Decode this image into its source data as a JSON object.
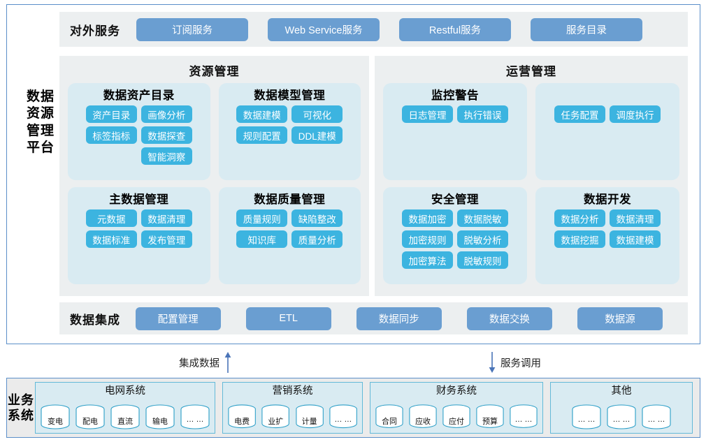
{
  "platform": {
    "label": "数据资源管理平台",
    "label_lines": [
      "数据",
      "资源",
      "管理",
      "平台"
    ]
  },
  "external_services": {
    "title": "对外服务",
    "items": [
      "订阅服务",
      "Web Service服务",
      "Restful服务",
      "服务目录"
    ]
  },
  "resource_management": {
    "title": "资源管理",
    "groups": [
      {
        "title": "数据资产目录",
        "items": [
          "资产目录",
          "画像分析",
          "标签指标",
          "数据探查",
          "",
          "智能洞察"
        ]
      },
      {
        "title": "数据模型管理",
        "items": [
          "数据建模",
          "可视化",
          "规则配置",
          "DDL建模"
        ]
      },
      {
        "title": "主数据管理",
        "items": [
          "元数据",
          "数据清理",
          "数据标准",
          "发布管理"
        ]
      },
      {
        "title": "数据质量管理",
        "items": [
          "质量规则",
          "缺陷整改",
          "知识库",
          "质量分析"
        ]
      }
    ]
  },
  "operation_management": {
    "title": "运营管理",
    "groups": [
      {
        "title": "监控警告",
        "items": [
          "日志管理",
          "执行错误"
        ]
      },
      {
        "title": "",
        "items": [
          "任务配置",
          "调度执行"
        ]
      },
      {
        "title": "安全管理",
        "items": [
          "数据加密",
          "数据脱敏",
          "加密规则",
          "脱敏分析",
          "加密算法",
          "脱敏规则"
        ]
      },
      {
        "title": "数据开发",
        "items": [
          "数据分析",
          "数据清理",
          "数据挖掘",
          "数据建模"
        ]
      }
    ]
  },
  "data_integration": {
    "title": "数据集成",
    "items": [
      "配置管理",
      "ETL",
      "数据同步",
      "数据交换",
      "数据源"
    ]
  },
  "flows": {
    "up": {
      "label": "集成数据",
      "direction": "up"
    },
    "down": {
      "label": "服务调用",
      "direction": "down"
    }
  },
  "business_systems": {
    "label": "业务系统",
    "label_lines": [
      "业务",
      "系统"
    ],
    "groups": [
      {
        "title": "电网系统",
        "nodes": [
          "变电",
          "配电",
          "直流",
          "输电",
          "… …"
        ]
      },
      {
        "title": "营销系统",
        "nodes": [
          "电费",
          "业扩",
          "计量",
          "… …"
        ]
      },
      {
        "title": "财务系统",
        "nodes": [
          "合同",
          "应收",
          "应付",
          "预算",
          "… …"
        ]
      },
      {
        "title": "其他",
        "nodes": [
          "… …",
          "… …",
          "… …"
        ]
      }
    ]
  },
  "colors": {
    "frame_border": "#5b8fc9",
    "band_bg": "#eceff0",
    "group_bg": "#d9ebf2",
    "chip_blue": "#3cb4e0",
    "pill_blue": "#6a9ed1",
    "biz_bg": "#ebebeb",
    "arrow": "#4a74b8"
  }
}
